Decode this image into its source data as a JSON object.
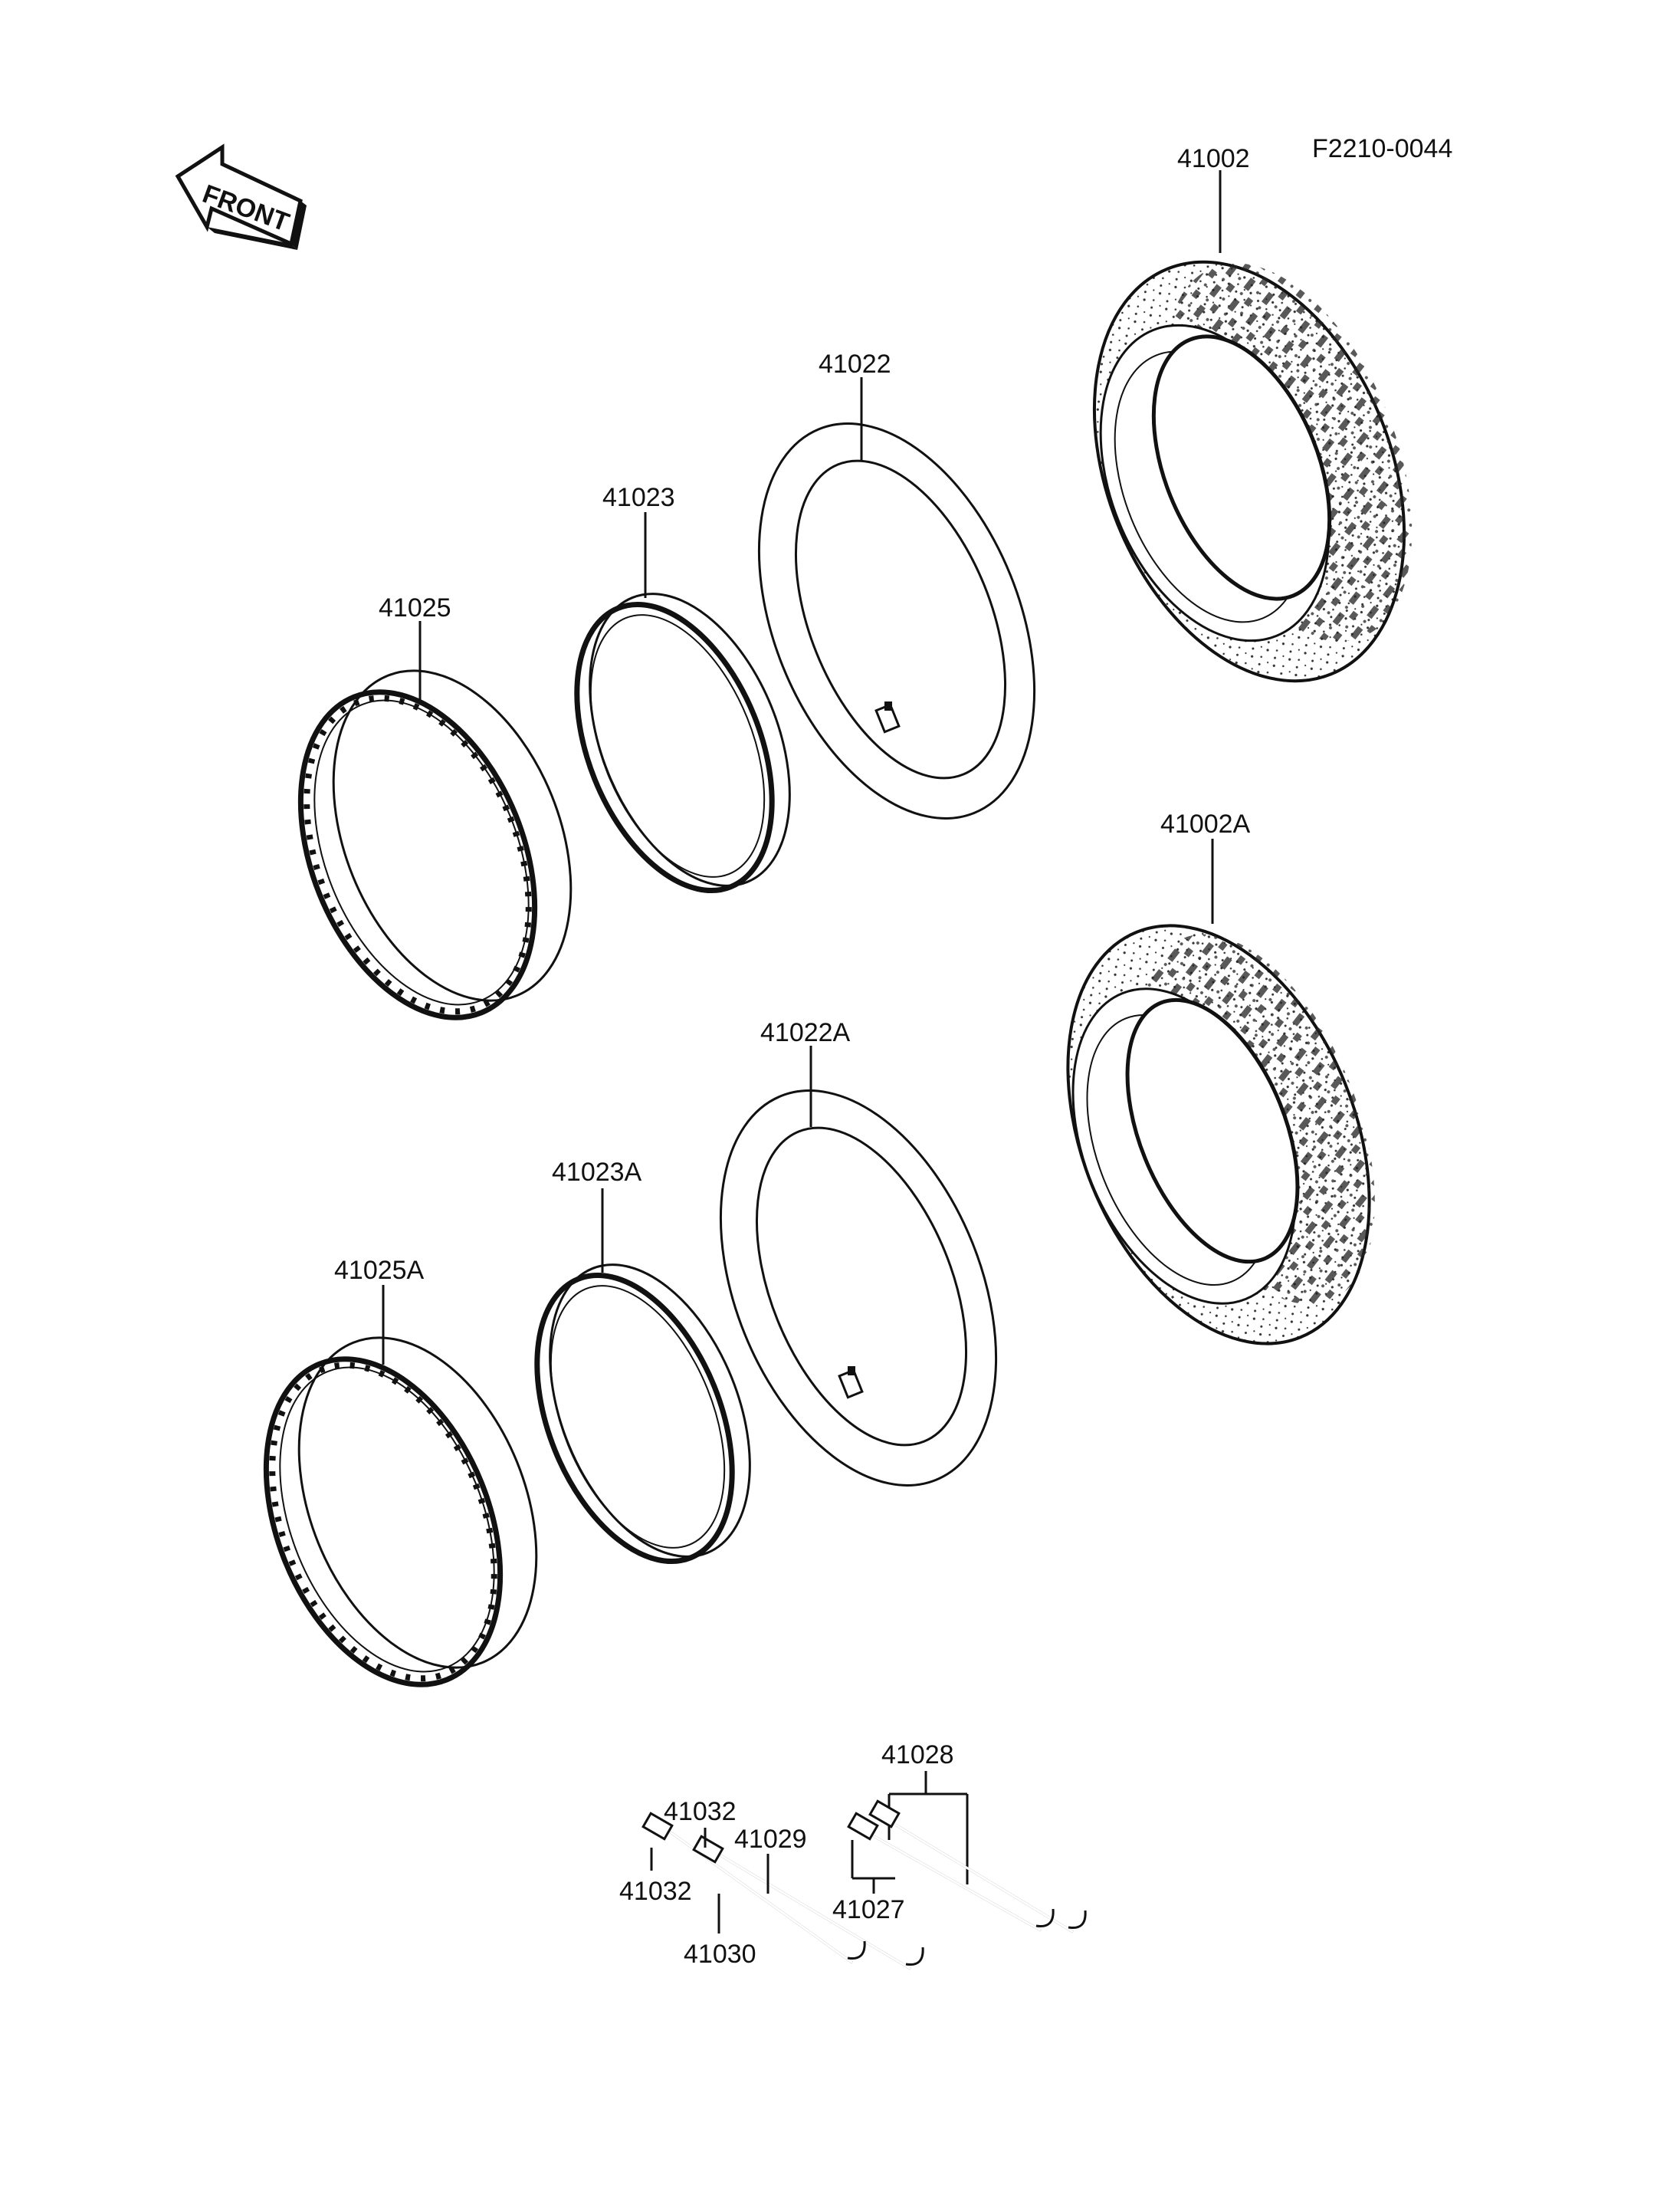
{
  "figure_code": "F2210-0044",
  "front_arrow": {
    "label": "FRONT",
    "icon": "front-arrow-icon"
  },
  "parts": {
    "tire_front": "41002",
    "tire_rear": "41002A",
    "tube_front": "41022",
    "tube_rear": "41022A",
    "rim_band_front": "41023",
    "rim_band_rear": "41023A",
    "rim_front": "41025",
    "rim_rear": "41025A",
    "spoke_set": "41028",
    "spoke_a": "41027",
    "spoke_b": "41029",
    "spoke_c": "41030",
    "nipple_upper": "41032",
    "nipple_lower": "41032"
  }
}
